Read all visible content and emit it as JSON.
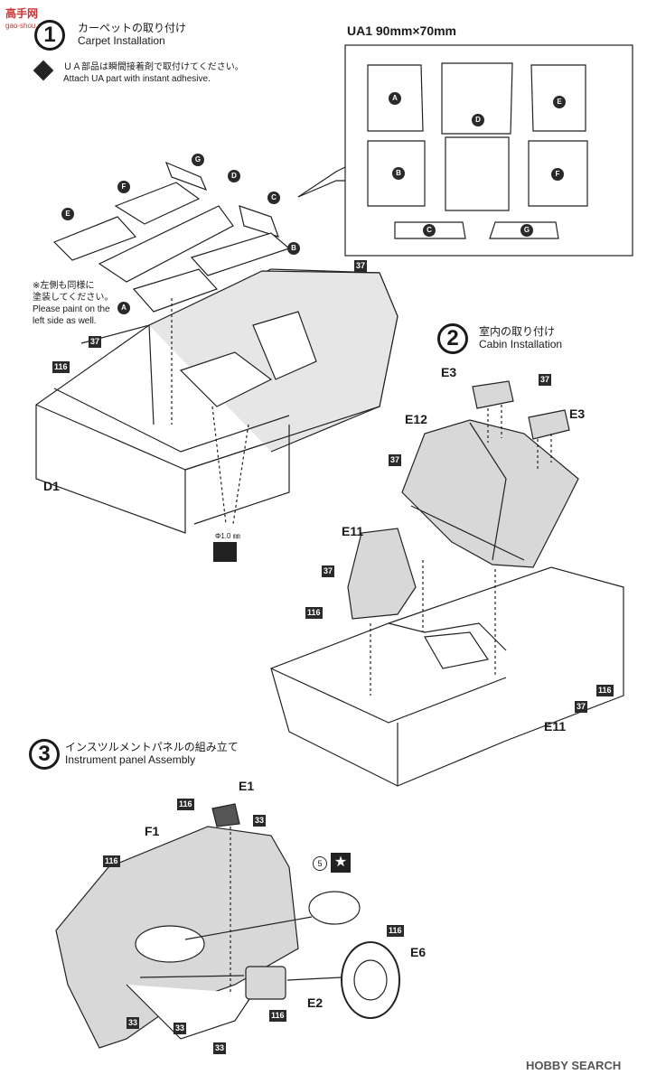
{
  "watermark_top": {
    "cn": "高手网",
    "url": "gao-shou.com"
  },
  "watermark_bottom": "HOBBY SEARCH",
  "step1": {
    "number": "1",
    "title_jp": "カーペットの取り付け",
    "title_en": "Carpet Installation",
    "adhesive_jp": "ＵＡ部品は瞬間接着剤で取付けてください。",
    "adhesive_en": "Attach UA part  with instant adhesive.",
    "note_jp_1": "※左側も同様に",
    "note_jp_2": "塗装してください。",
    "note_en_1": "Please paint on the",
    "note_en_2": "left side as well.",
    "part_d1": "D1",
    "drill": "Φ1.0 ㎜",
    "colors": [
      "37",
      "116",
      "37"
    ]
  },
  "ua1": {
    "title": "UA1  90mm×70mm",
    "parts": [
      "A",
      "D",
      "E",
      "B",
      "F",
      "C",
      "G"
    ]
  },
  "step1_labels": [
    "G",
    "D",
    "C",
    "F",
    "E",
    "B",
    "A"
  ],
  "step2": {
    "number": "2",
    "title_jp": "室内の取り付け",
    "title_en": "Cabin Installation",
    "parts": {
      "e3a": "E3",
      "e3b": "E3",
      "e12": "E12",
      "e11a": "E11",
      "e11b": "E11"
    },
    "colors": [
      "37",
      "37",
      "37",
      "37",
      "116",
      "116",
      "37"
    ]
  },
  "step3": {
    "number": "3",
    "title_jp": "インスツルメントパネルの組み立て",
    "title_en": "Instrument panel Assembly",
    "parts": {
      "e1": "E1",
      "f1": "F1",
      "e6": "E6",
      "e2": "E2"
    },
    "colors": [
      "116",
      "33",
      "116",
      "116",
      "116",
      "33",
      "33",
      "33"
    ],
    "decal": "5"
  }
}
